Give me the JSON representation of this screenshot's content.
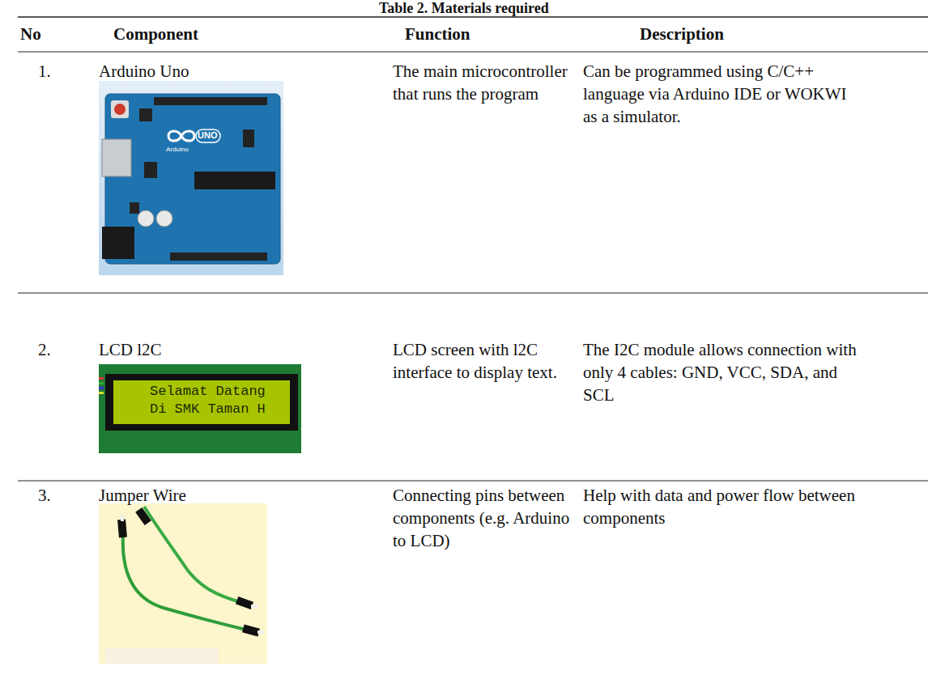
{
  "diagram": {
    "title": "Table 2. Materials required",
    "labels": [
      "No",
      "Component",
      "Function",
      "Description",
      "1.",
      "Arduino Uno",
      "UNO",
      "Arduino",
      "The main microcontroller that runs the program",
      "Can be programmed using C/C++ language via Arduino IDE or WOKWI as a simulator.",
      "2.",
      "LCD l2C",
      "Selamat Datang",
      "Di SMK Taman H",
      "LCD screen with l2C interface to display text.",
      "The I2C module allows connection with only 4 cables: GND, VCC, SDA, and SCL",
      "3.",
      "Jumper Wire",
      "Connecting pins between components (e.g. Arduino to LCD)",
      "Help with data and power flow between components"
    ]
  }
}
